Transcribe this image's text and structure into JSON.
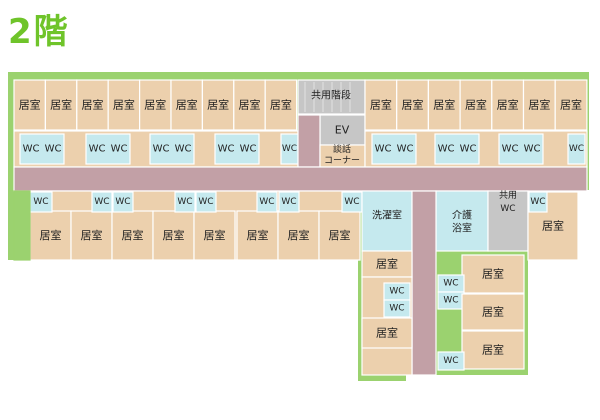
{
  "title": "2階",
  "labels": {
    "room": "居室",
    "wc": "WC",
    "stairs": "共用階段",
    "ev": "EV",
    "lounge_l1": "談話",
    "lounge_l2": "コーナー",
    "laundry": "洗濯室",
    "bath_l1": "介護",
    "bath_l2": "浴室",
    "shared_wc_l1": "共用",
    "shared_wc_l2": "WC"
  },
  "colors": {
    "outline": "#9bd26f",
    "room": "#ecd0ad",
    "wc": "#c5e9ee",
    "corridor": "#c2a0a6",
    "service": "#c6c6c6",
    "lines": "#ffffff",
    "title": "#6fc42a"
  }
}
